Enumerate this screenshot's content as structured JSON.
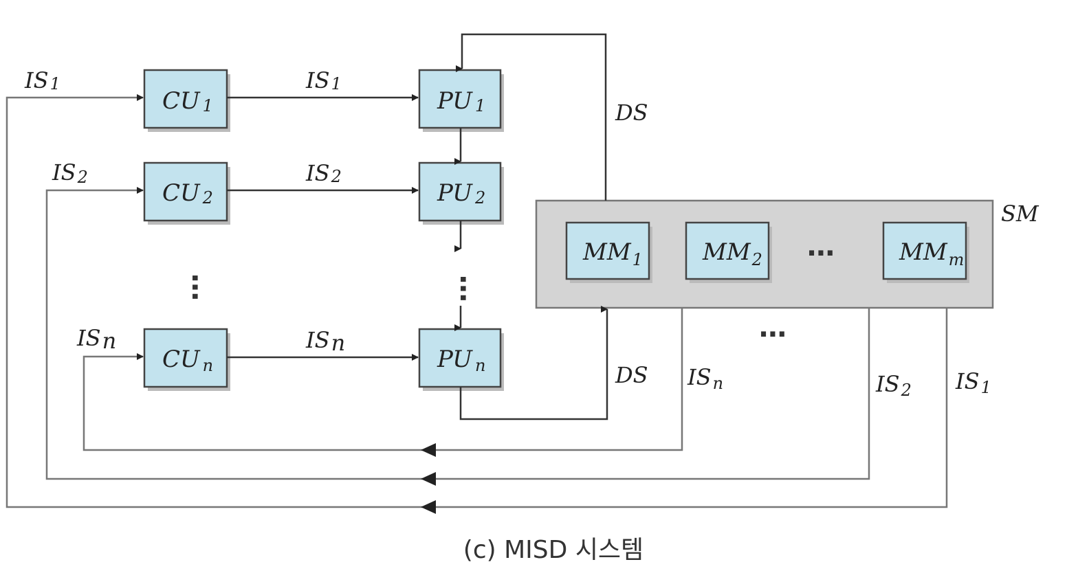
{
  "control_units": [
    {
      "base": "CU",
      "sub": "1"
    },
    {
      "base": "CU",
      "sub": "2"
    },
    {
      "base": "CU",
      "sub": "n"
    }
  ],
  "processing_units": [
    {
      "base": "PU",
      "sub": "1"
    },
    {
      "base": "PU",
      "sub": "2"
    },
    {
      "base": "PU",
      "sub": "n"
    }
  ],
  "memory_modules": [
    {
      "base": "MM",
      "sub": "1"
    },
    {
      "base": "MM",
      "sub": "2"
    },
    {
      "base": "MM",
      "sub": "m"
    }
  ],
  "shared_memory_label": "SM",
  "data_stream_label": "DS",
  "instruction_stream_label": "IS",
  "ellipsis": "⋯",
  "caption": "(c) MISD 시스템",
  "colors": {
    "unit_fill": "#c3e3ee",
    "shared_memory_fill": "#d4d4d4",
    "line": "#333333",
    "line_gray": "#777777"
  }
}
